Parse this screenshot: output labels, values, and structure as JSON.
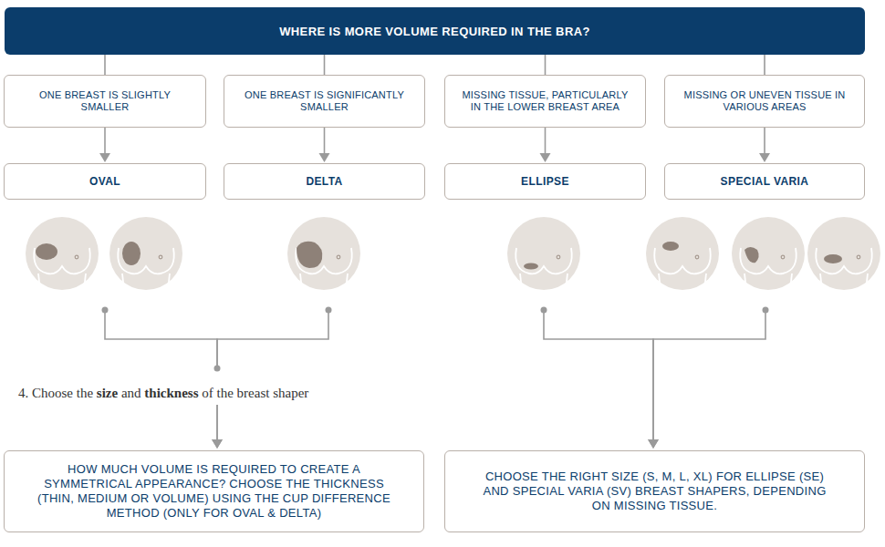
{
  "diagram": {
    "nodes": [
      {
        "text": [
          "WHERE IS MORE VOLUME REQUIRED IN THE BRA?"
        ]
      },
      {
        "text": [
          "ONE BREAST IS SLIGHTLY SMALLER"
        ]
      },
      {
        "text": [
          "ONE BREAST IS SIGNIFICANTLY SMALLER"
        ]
      },
      {
        "text": [
          "MISSING TISSUE, PARTICULARLY IN THE LOWER BREAST AREA"
        ]
      },
      {
        "text": [
          "MISSING OR UNEVEN TISSUE IN VARIOUS AREAS"
        ]
      },
      {
        "text": [
          "OVAL"
        ]
      },
      {
        "text": [
          "DELTA"
        ]
      },
      {
        "text": [
          "ELLIPSE"
        ]
      },
      {
        "text": [
          "SPECIAL VARIA"
        ]
      },
      {
        "text": [
          "HOW MUCH VOLUME IS REQUIRED TO CREATE A SYMMETRICAL APPEARANCE? CHOOSE THE THICKNESS (THIN, MEDIUM OR VOLUME) USING THE CUP DIFFERENCE METHOD (ONLY FOR OVAL & DELTA)"
        ]
      },
      {
        "text": [
          "CHOOSE THE RIGHT SIZE (S, M, L, XL) FOR ELLIPSE (SE) AND SPECIAL VARIA (SV) BREAST SHAPERS, DEPENDING ON MISSING TISSUE."
        ]
      }
    ],
    "edges": [
      {
        "from": 0,
        "to": 1,
        "arrow": "none"
      },
      {
        "from": 0,
        "to": 2,
        "arrow": "none"
      },
      {
        "from": 0,
        "to": 3,
        "arrow": "none"
      },
      {
        "from": 0,
        "to": 4,
        "arrow": "none"
      },
      {
        "from": 1,
        "to": 5,
        "arrow": "to"
      },
      {
        "from": 2,
        "to": 6,
        "arrow": "to"
      },
      {
        "from": 3,
        "to": 7,
        "arrow": "to"
      },
      {
        "from": 4,
        "to": 8,
        "arrow": "to"
      },
      {
        "from": 5,
        "to": 9,
        "arrow": "to"
      },
      {
        "from": 6,
        "to": 9,
        "arrow": "to"
      },
      {
        "from": 7,
        "to": 10,
        "arrow": "to"
      },
      {
        "from": 8,
        "to": 10,
        "arrow": "to"
      }
    ],
    "labels": [
      "4. Choose the",
      "size",
      "and",
      "thickness",
      "of the breast shaper"
    ]
  }
}
